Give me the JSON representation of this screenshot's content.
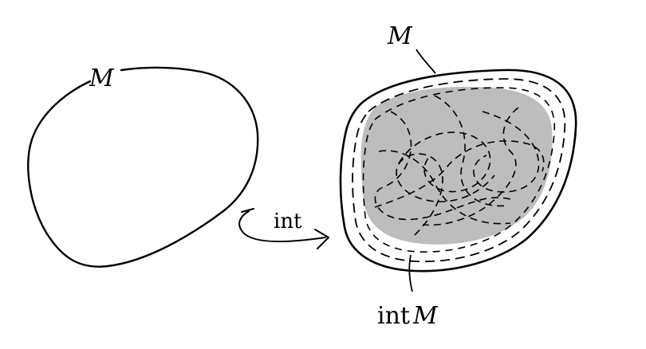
{
  "labels": {
    "left_set": "M",
    "right_set": "M",
    "map": "int",
    "interior_prefix": "int",
    "interior_var": "M"
  },
  "colors": {
    "stroke": "#000000",
    "interior_fill": "#bdbdbd",
    "background": "#ffffff"
  }
}
